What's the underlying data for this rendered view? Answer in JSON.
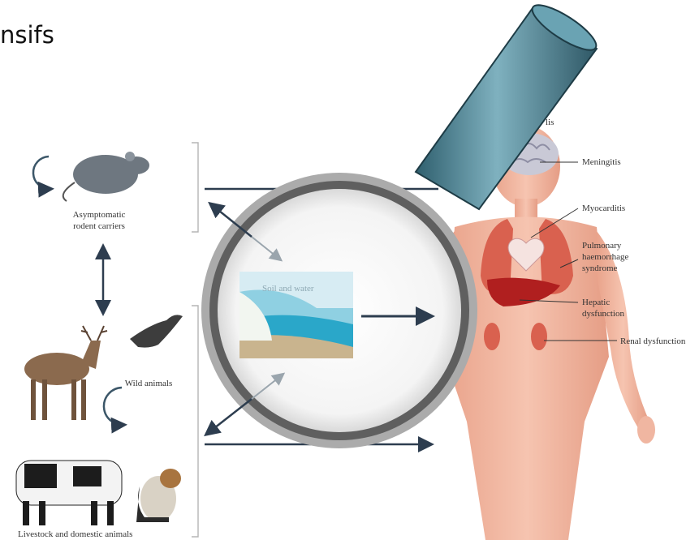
{
  "title_fragment": "nsifs",
  "labels": {
    "rodent": "Asymptomatic\nrodent carriers",
    "wild": "Wild animals",
    "livestock": "Livestock and domestic animals",
    "soil": "Soil and water",
    "partial_top": "lis"
  },
  "conditions": [
    "Meningitis",
    "Myocarditis",
    "Pulmonary\nhaemorrhage\nsyndrome",
    "Hepatic\ndysfunction",
    "Renal dysfunction"
  ],
  "colors": {
    "arrow": "#2d3d4f",
    "lens_rim": "#3a3a3a",
    "handle": "#4b7f8f",
    "skin": "#f2b39d",
    "water": "#2aa7c9",
    "sand": "#c9b48e"
  }
}
